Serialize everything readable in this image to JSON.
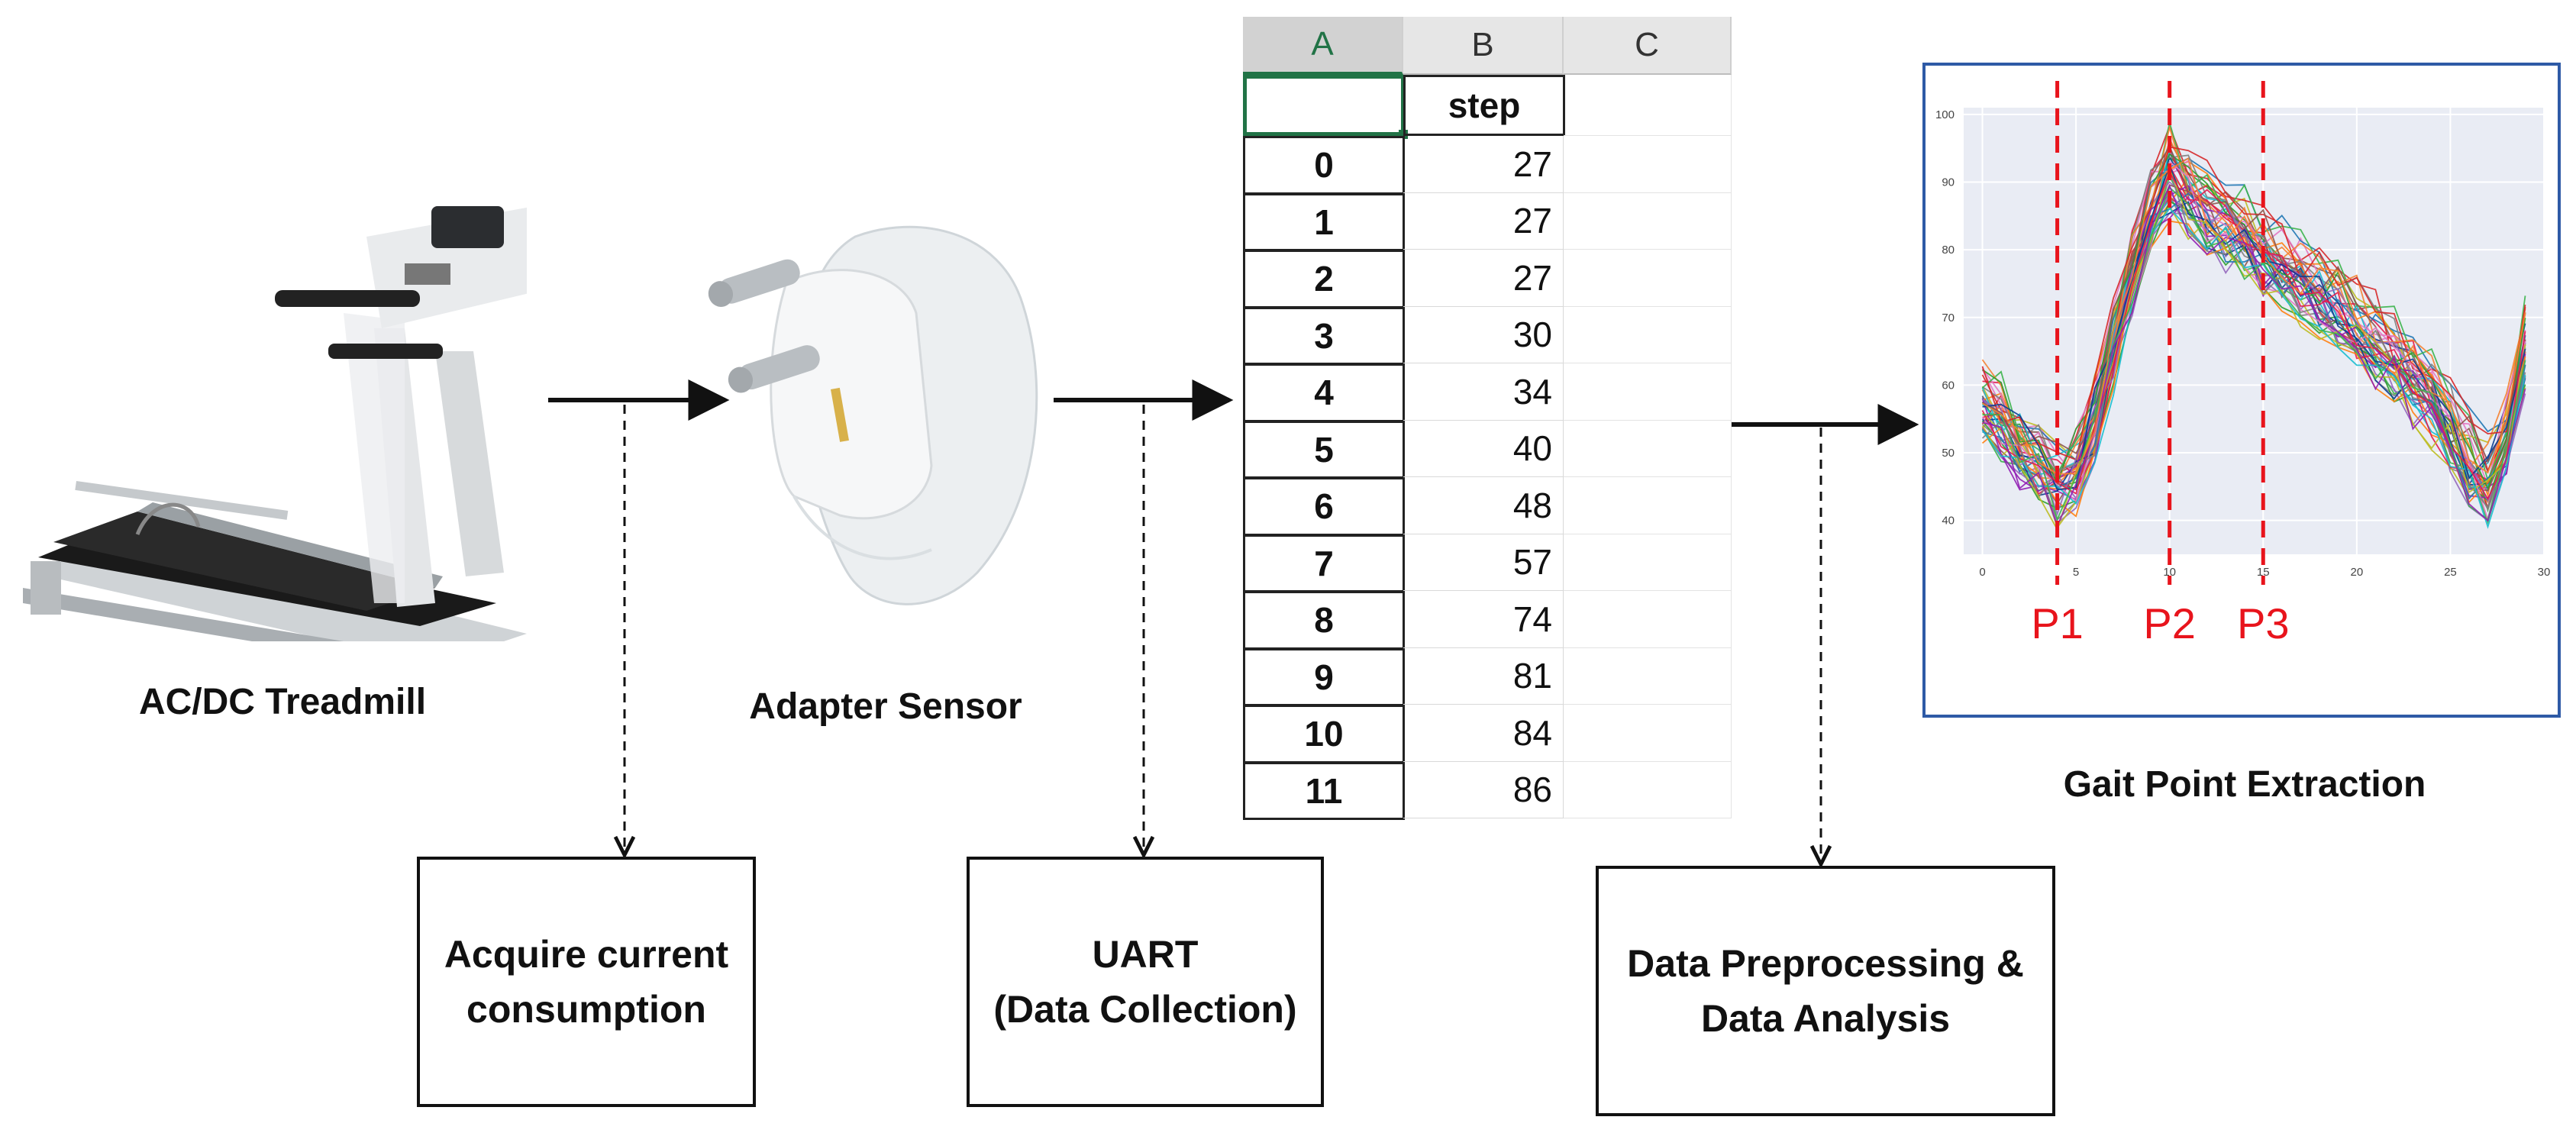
{
  "treadmill": {
    "caption": "AC/DC Treadmill"
  },
  "adapter": {
    "caption": "Adapter Sensor"
  },
  "boxes": {
    "acquire": "Acquire current\nconsumption",
    "uart": "UART\n(Data Collection)",
    "preprocess": "Data Preprocessing &\nData Analysis"
  },
  "spreadsheet": {
    "columns": [
      "A",
      "B",
      "C"
    ],
    "header_value": "step",
    "rows": [
      {
        "index": "0",
        "step": "27"
      },
      {
        "index": "1",
        "step": "27"
      },
      {
        "index": "2",
        "step": "27"
      },
      {
        "index": "3",
        "step": "30"
      },
      {
        "index": "4",
        "step": "34"
      },
      {
        "index": "5",
        "step": "40"
      },
      {
        "index": "6",
        "step": "48"
      },
      {
        "index": "7",
        "step": "57"
      },
      {
        "index": "8",
        "step": "74"
      },
      {
        "index": "9",
        "step": "81"
      },
      {
        "index": "10",
        "step": "84"
      },
      {
        "index": "11",
        "step": "86"
      }
    ]
  },
  "gait_chart": {
    "caption": "Gait Point Extraction",
    "marker_color": "#e8141c",
    "frame_color": "#2e5aa6"
  },
  "chart_data": {
    "type": "line",
    "title": "",
    "xlabel": "",
    "ylabel": "",
    "xlim": [
      -1,
      30
    ],
    "ylim": [
      35,
      101
    ],
    "x_ticks": [
      0,
      5,
      10,
      15,
      20,
      25,
      30
    ],
    "y_ticks": [
      40,
      50,
      60,
      70,
      80,
      90,
      100
    ],
    "mean_profile": {
      "x": [
        0,
        1,
        2,
        3,
        4,
        5,
        6,
        7,
        8,
        9,
        10,
        11,
        12,
        13,
        14,
        15,
        16,
        17,
        18,
        19,
        20,
        21,
        22,
        23,
        24,
        25,
        26,
        27,
        28,
        29
      ],
      "values": [
        58,
        55,
        52,
        49,
        46,
        48,
        56,
        66,
        77,
        86,
        92,
        89,
        86,
        84,
        82,
        80,
        78,
        76,
        74,
        72,
        70,
        67,
        64,
        61,
        58,
        54,
        49,
        46,
        53,
        66
      ]
    },
    "series_count": 45,
    "series_spread": 4,
    "markers": [
      {
        "label": "P1",
        "x": 4
      },
      {
        "label": "P2",
        "x": 10
      },
      {
        "label": "P3",
        "x": 15
      }
    ],
    "grid": true
  }
}
